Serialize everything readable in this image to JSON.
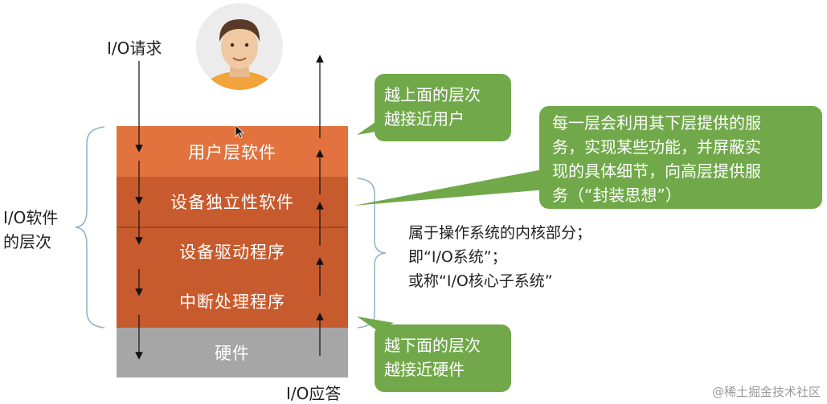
{
  "request_label": "I/O请求",
  "response_label": "I/O应答",
  "software_levels_label": [
    "I/O软件",
    "的层次"
  ],
  "layers": [
    {
      "label": "用户层软件"
    },
    {
      "label": "设备独立性软件"
    },
    {
      "label": "设备驱动程序"
    },
    {
      "label": "中断处理程序"
    },
    {
      "label": "硬件"
    }
  ],
  "callouts": {
    "top": [
      "越上面的层次",
      "越接近用户"
    ],
    "bottom": [
      "越下面的层次",
      "越接近硬件"
    ],
    "right": [
      "每一层会利用其下层提供的服",
      "务，实现某些功能，并屏蔽实",
      "现的具体细节，向高层提供服",
      "务（“封装思想”）"
    ]
  },
  "kernel_note": [
    "属于操作系统的内核部分；",
    "即“I/O系统”；",
    "或称“I/O核心子系统”"
  ],
  "watermark": "@稀土掘金技术社区",
  "colors": {
    "user_layer": "#e2733e",
    "kernel_layer": "#c85b2e",
    "hardware_layer": "#a6a6a6",
    "callout": "#71a94a"
  }
}
